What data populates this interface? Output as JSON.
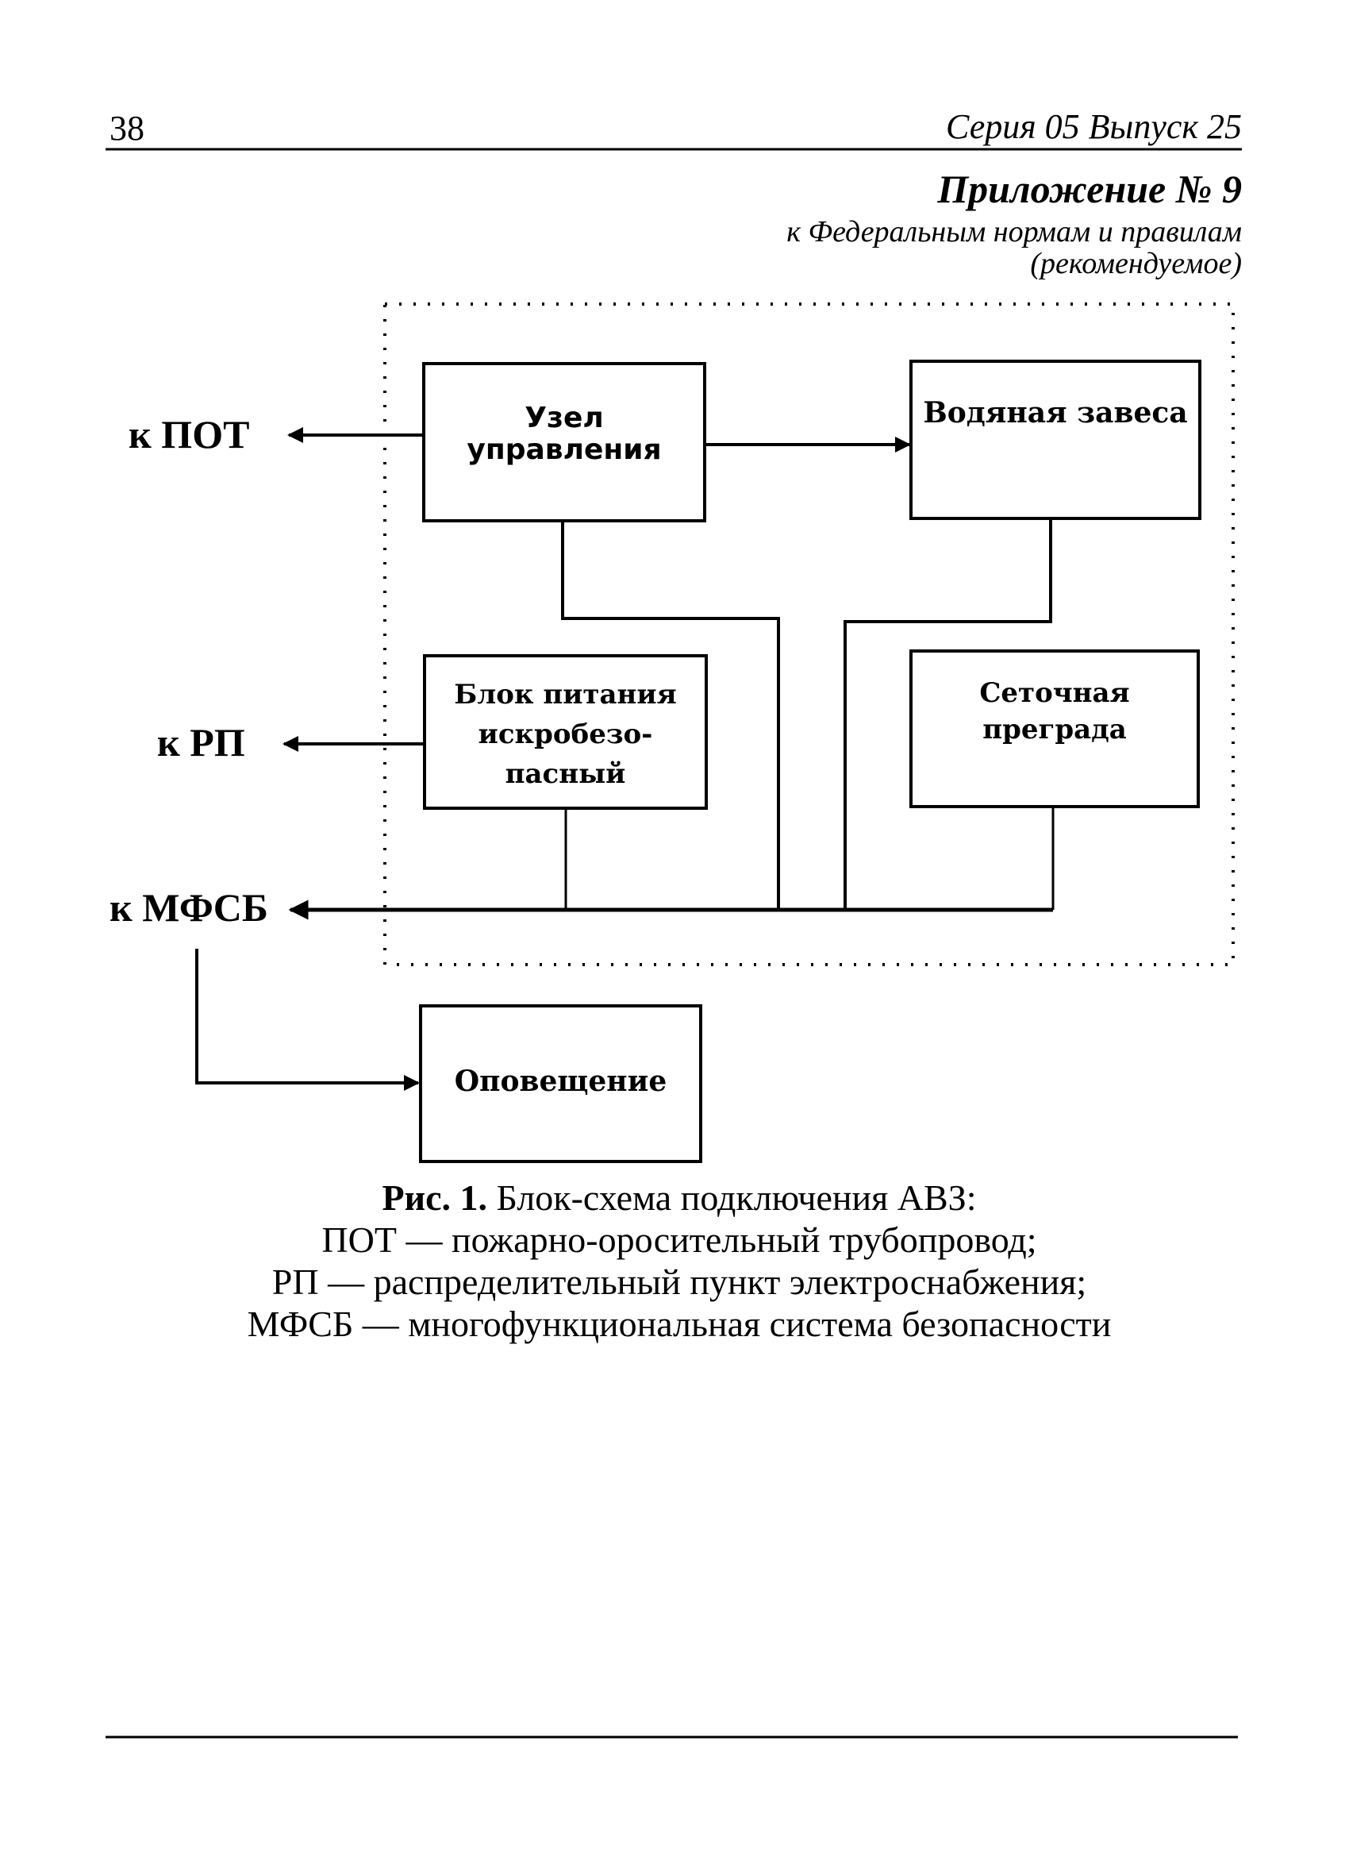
{
  "header": {
    "page_number": "38",
    "running_head": "Серия 05  Выпуск 25"
  },
  "appendix": {
    "title": "Приложение № 9",
    "subtitle_line1": "к Федеральным нормам и правилам",
    "subtitle_line2": "(рекомендуемое)"
  },
  "diagram": {
    "blocks": {
      "control_unit": "Узел управления",
      "water_curtain": "Водяная завеса",
      "power_supply": [
        "Блок питания",
        "искробезо-",
        "пасный"
      ],
      "mesh_barrier": [
        "Сеточная",
        "преграда"
      ],
      "notification": "Оповещение"
    },
    "external_links": {
      "pot": "к ПОТ",
      "rp": "к РП",
      "mfsb": "к МФСБ"
    }
  },
  "caption": {
    "figure_label": "Рис. 1.",
    "figure_title": " Блок-схема подключения АВЗ:",
    "legend": [
      "ПОТ — пожарно-оросительный трубопровод;",
      "РП — распределительный пункт электроснабжения;",
      "МФСБ — многофункциональная система безопасности"
    ]
  }
}
